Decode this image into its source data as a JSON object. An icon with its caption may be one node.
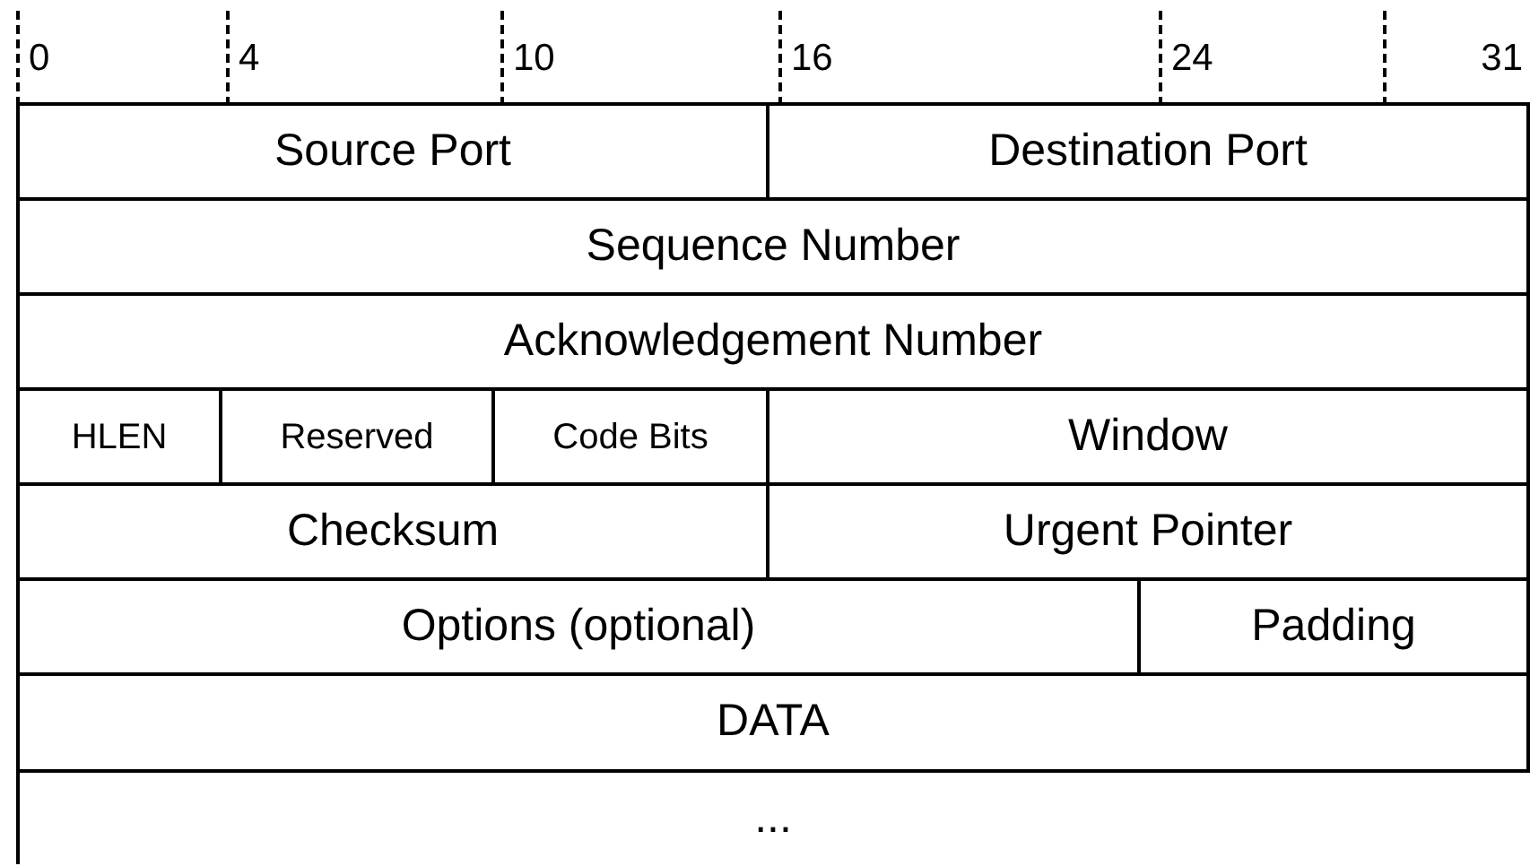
{
  "diagram": {
    "nodes": [
      {
        "text": [
          "Source Port"
        ]
      },
      {
        "text": [
          "Destination Port"
        ]
      },
      {
        "text": [
          "Sequence Number"
        ]
      },
      {
        "text": [
          "Acknowledgement Number"
        ]
      },
      {
        "text": [
          "HLEN"
        ]
      },
      {
        "text": [
          "Reserved"
        ]
      },
      {
        "text": [
          "Code Bits"
        ]
      },
      {
        "text": [
          "Window"
        ]
      },
      {
        "text": [
          "Checksum"
        ]
      },
      {
        "text": [
          "Urgent Pointer"
        ]
      },
      {
        "text": [
          "Options (optional)"
        ]
      },
      {
        "text": [
          "Padding"
        ]
      },
      {
        "text": [
          "DATA"
        ]
      },
      {
        "text": [
          "..."
        ]
      }
    ],
    "labels": [
      "0",
      "4",
      "10",
      "16",
      "24",
      "31"
    ]
  }
}
